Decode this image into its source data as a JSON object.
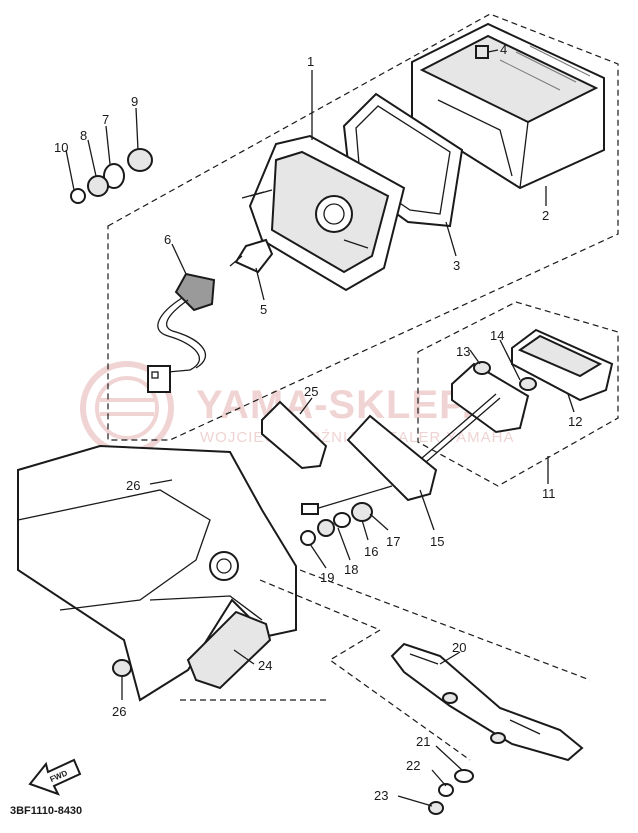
{
  "diagram": {
    "drawing_code": "3BF1110-8430",
    "fwd_label": "FWD",
    "watermark": {
      "main": "YAMA-SKLEP.PL",
      "sub": "WOJCIECH WOŹNIAK DEALER YAMAHA"
    },
    "callouts": [
      {
        "id": "1",
        "label": "1"
      },
      {
        "id": "2",
        "label": "2"
      },
      {
        "id": "3",
        "label": "3"
      },
      {
        "id": "4",
        "label": "4"
      },
      {
        "id": "5",
        "label": "5"
      },
      {
        "id": "6",
        "label": "6"
      },
      {
        "id": "7",
        "label": "7"
      },
      {
        "id": "8",
        "label": "8"
      },
      {
        "id": "9",
        "label": "9"
      },
      {
        "id": "10",
        "label": "10"
      },
      {
        "id": "11",
        "label": "11"
      },
      {
        "id": "12",
        "label": "12"
      },
      {
        "id": "13",
        "label": "13"
      },
      {
        "id": "14",
        "label": "14"
      },
      {
        "id": "15",
        "label": "15"
      },
      {
        "id": "16",
        "label": "16"
      },
      {
        "id": "17",
        "label": "17"
      },
      {
        "id": "18",
        "label": "18"
      },
      {
        "id": "19",
        "label": "19"
      },
      {
        "id": "20",
        "label": "20"
      },
      {
        "id": "21",
        "label": "21"
      },
      {
        "id": "22",
        "label": "22"
      },
      {
        "id": "23",
        "label": "23"
      },
      {
        "id": "24",
        "label": "24"
      },
      {
        "id": "25",
        "label": "25"
      },
      {
        "id": "26a",
        "label": "26"
      },
      {
        "id": "26b",
        "label": "26"
      }
    ]
  }
}
